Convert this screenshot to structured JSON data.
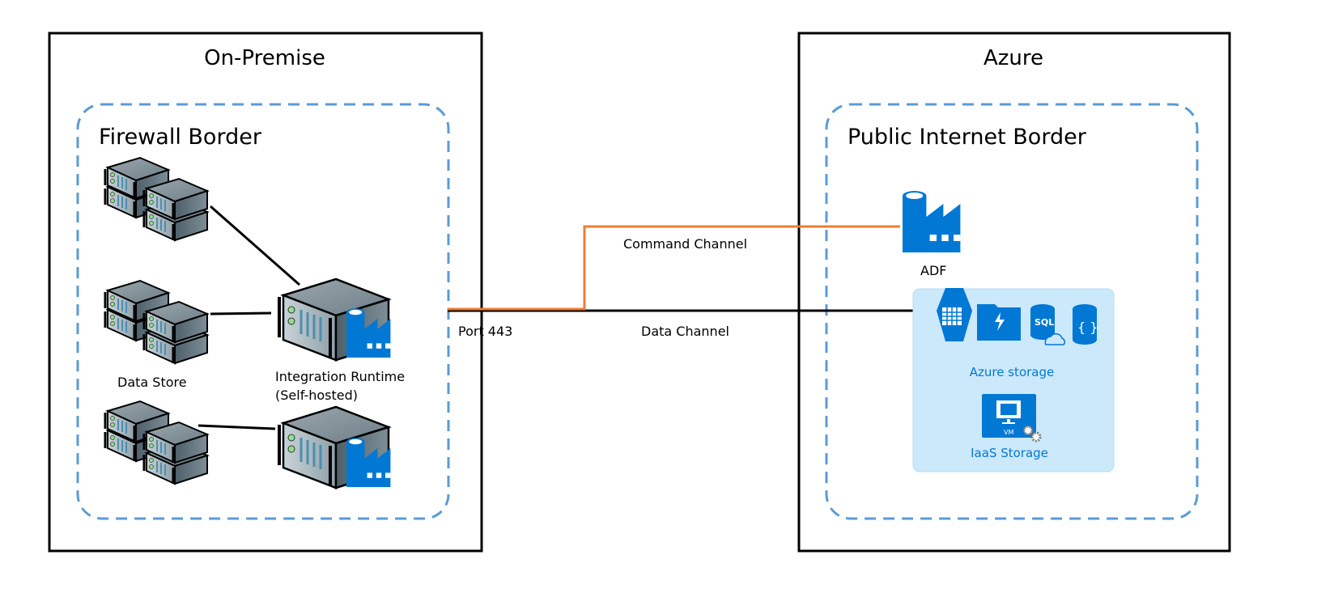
{
  "zones": {
    "on_premise": {
      "title": "On-Premise",
      "border": "Firewall Border"
    },
    "azure": {
      "title": "Azure",
      "border": "Public Internet Border"
    }
  },
  "labels": {
    "data_store": "Data Store",
    "ir_line1": "Integration Runtime",
    "ir_line2": "(Self-hosted)",
    "port": "Port 443",
    "command_channel": "Command Channel",
    "data_channel": "Data Channel",
    "adf": "ADF",
    "azure_storage": "Azure storage",
    "iaas_storage": "IaaS Storage",
    "sql_icon_text": "SQL",
    "vm_icon_text": "VM"
  },
  "colors": {
    "command_line": "#ed7d31",
    "data_line": "#000000",
    "dashed_border": "#5b9bd5",
    "azure_blue": "#0078d4",
    "storage_panel": "#cce8fb"
  }
}
